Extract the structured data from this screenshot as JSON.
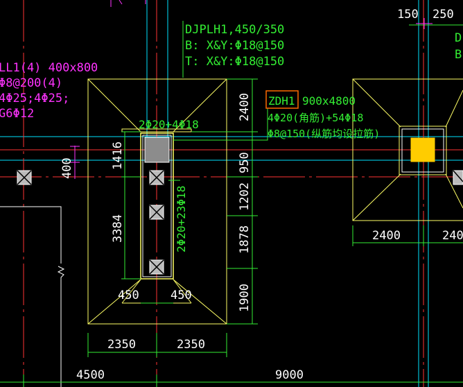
{
  "colors": {
    "background": "#000000",
    "outline_yellow": "#ffff66",
    "dim_green": "#33ee33",
    "dim_text_white": "#ffffff",
    "axis_red": "#ff3333",
    "axis_cyan": "#00e5ff",
    "beam_magenta": "#ff33ff",
    "highlight_orange": "#ff6a00",
    "rebar_square_gray": "#bbbbbb"
  },
  "footing_label": {
    "line1": "DJPLH1,450/350",
    "line2": "B: X&Y:Φ18@150",
    "line3": "T: X&Y:Φ18@150"
  },
  "beam_label": {
    "line1": "LL1(4) 400x800",
    "line2": "Φ8@200(4)",
    "line3": "4Φ25;4Φ25;",
    "line4": "G6Φ12"
  },
  "column_label": {
    "id": "ZDH1",
    "size": "900x4800",
    "line2": "4Φ20(角筋)+54Φ18",
    "line3": "Φ8@150(纵筋均设拉筋)"
  },
  "rebar_labels": {
    "top": "2Φ20+4Φ18",
    "side": "2Φ20+23Φ18"
  },
  "dimensions": {
    "right_stack": [
      "2400",
      "950",
      "1202",
      "1878",
      "1900"
    ],
    "left_1416": "1416",
    "left_400": "400",
    "left_3384": "3384",
    "bottom_450_left": "450",
    "bottom_450_right": "450",
    "bottom_2350_left": "2350",
    "bottom_2350_right": "2350",
    "bottom_4500": "4500",
    "bottom_9000": "9000",
    "right_footing_2400": "2400",
    "right_footing_240": "240",
    "top_right_150": "150",
    "top_right_250": "250",
    "right_edge_d": "D",
    "right_edge_b": "B"
  }
}
